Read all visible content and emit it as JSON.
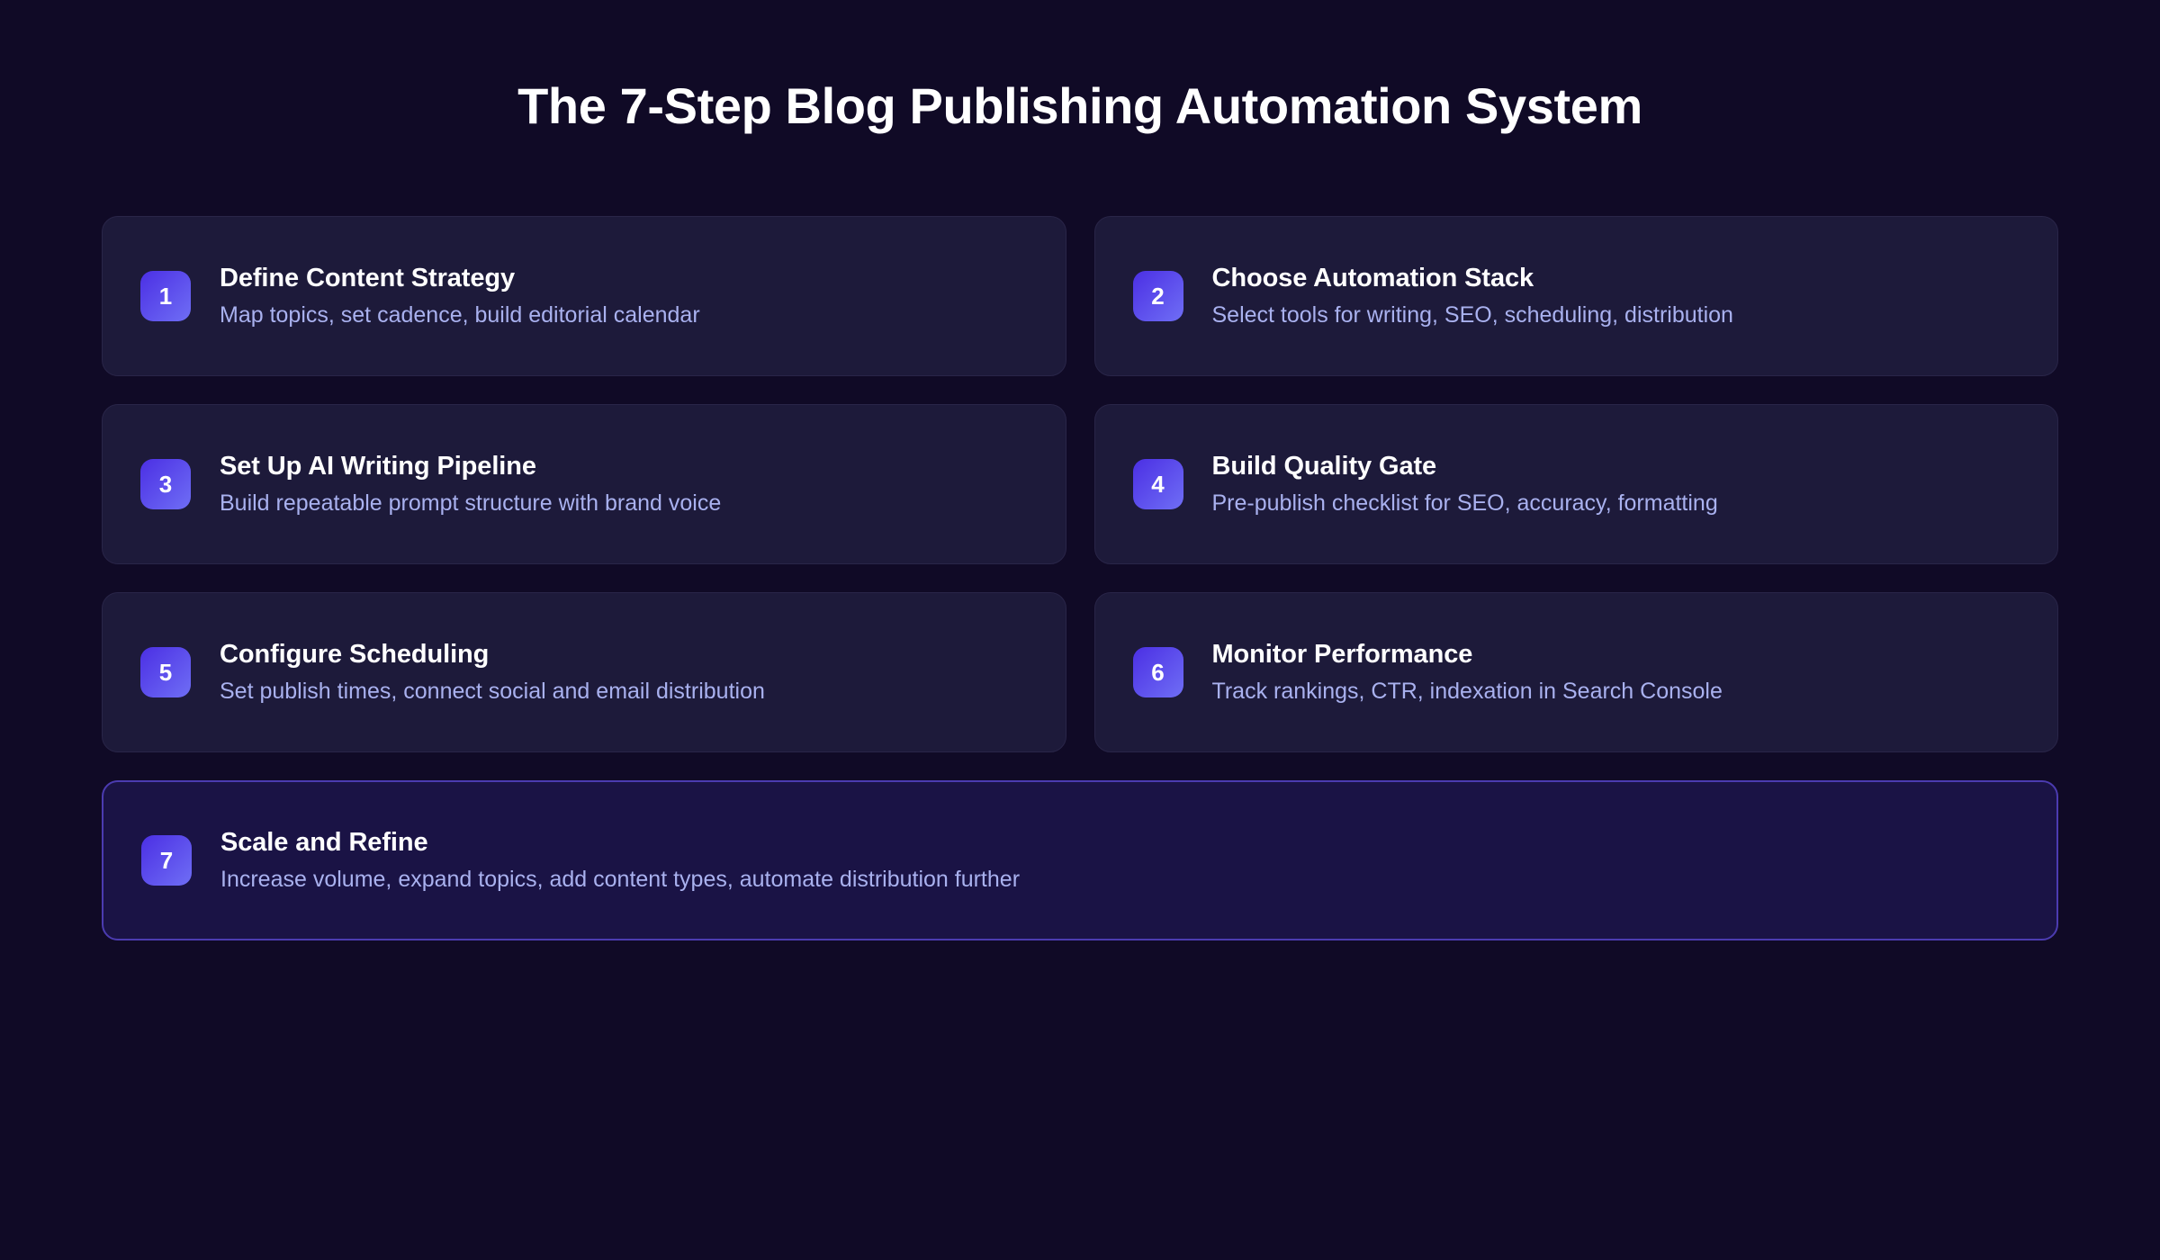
{
  "page": {
    "title": "The 7-Step Blog Publishing Automation System",
    "background_color": "#100a26",
    "card_color": "#1d1a3a",
    "card_border_color": "#292548",
    "highlight_card_color": "#1a1345",
    "highlight_border_color": "#4b3bb0",
    "badge_gradient_from": "#4b2fe4",
    "badge_gradient_to": "#6f6ef5",
    "title_color": "#ffffff",
    "description_color": "#a9b1ef"
  },
  "steps": [
    {
      "number": "1",
      "title": "Define Content Strategy",
      "description": "Map topics, set cadence, build editorial calendar",
      "highlight": false,
      "full_width": false
    },
    {
      "number": "2",
      "title": "Choose Automation Stack",
      "description": "Select tools for writing, SEO, scheduling, distribution",
      "highlight": false,
      "full_width": false
    },
    {
      "number": "3",
      "title": "Set Up AI Writing Pipeline",
      "description": "Build repeatable prompt structure with brand voice",
      "highlight": false,
      "full_width": false
    },
    {
      "number": "4",
      "title": "Build Quality Gate",
      "description": "Pre-publish checklist for SEO, accuracy, formatting",
      "highlight": false,
      "full_width": false
    },
    {
      "number": "5",
      "title": "Configure Scheduling",
      "description": "Set publish times, connect social and email distribution",
      "highlight": false,
      "full_width": false
    },
    {
      "number": "6",
      "title": "Monitor Performance",
      "description": "Track rankings, CTR, indexation in Search Console",
      "highlight": false,
      "full_width": false
    },
    {
      "number": "7",
      "title": "Scale and Refine",
      "description": "Increase volume, expand topics, add content types, automate distribution further",
      "highlight": true,
      "full_width": true
    }
  ]
}
